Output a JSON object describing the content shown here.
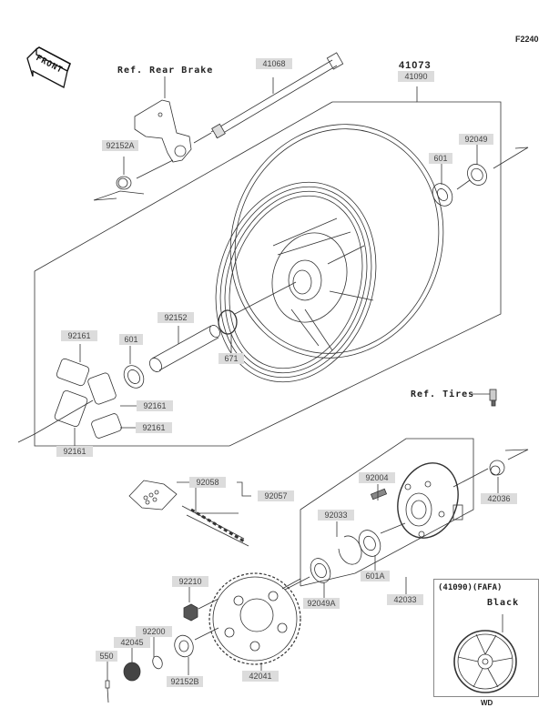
{
  "diagram": {
    "figure_code": "F2240",
    "direction_marker": "FRONT",
    "assembly": {
      "number": "41073",
      "sub_number": "41090"
    },
    "references": {
      "rear_brake": "Ref. Rear Brake",
      "tires": "Ref. Tires"
    },
    "parts": {
      "axle": "41068",
      "collar_a": "92152A",
      "bearing_right": "601",
      "oil_seal_right": "92049",
      "collar": "92152",
      "o_ring": "671",
      "bearing_left": "601",
      "damper_1": "92161",
      "damper_2": "92161",
      "damper_3": "92161",
      "damper_4": "92161",
      "chain_link": "92058",
      "chain": "92057",
      "stud": "92004",
      "circlip": "92033",
      "bearing_hub": "601A",
      "oil_seal_hub": "92049A",
      "hub_assembly": "42033",
      "hub_collar": "42036",
      "nut_sprocket": "92210",
      "washer": "92200",
      "axle_nut": "42045",
      "cotter_pin": "550",
      "collar_b": "92152B",
      "sprocket": "42041"
    },
    "inset": {
      "title": "(41090)(FAFA)",
      "color_label": "Black",
      "caption": "WD"
    }
  }
}
